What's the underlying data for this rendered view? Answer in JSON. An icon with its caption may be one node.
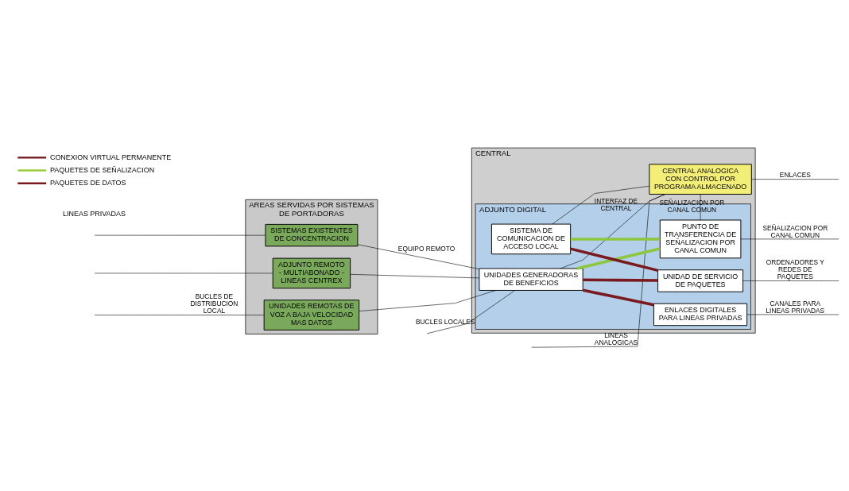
{
  "diagram": {
    "nodes": [
      {
        "text": [
          "AREAS SERVIDAS POR SISTEMAS DE PORTADORAS"
        ]
      },
      {
        "text": [
          "ADJUNTO REMOTO",
          "- MULTIABONADO - LINEAS CENTREX"
        ],
        "in": 0
      },
      {
        "text": [
          "SISTEMAS EXISTENTES DE CONCENTRACION"
        ],
        "in": 0
      },
      {
        "text": [
          "UNIDADES REMOTAS DE VOZ A BAJA VELOCIDAD MAS DATOS"
        ],
        "in": 0
      },
      {
        "text": [
          "CENTRAL"
        ]
      },
      {
        "text": [
          "CENTRAL ANALOGICA CON CONTROL POR PROGRAMA ALMACENADO"
        ],
        "in": 4
      },
      {
        "text": [
          "ADJUNTO DIGITAL"
        ],
        "in": 4
      },
      {
        "text": [
          "UNIDADES GENERADORAS DE BENEFICIOS"
        ],
        "in": 6
      },
      {
        "text": [
          "PUNTO DE TRANSFERENCIA DE SEÑALIZACION POR CANAL COMUN"
        ],
        "in": 6
      },
      {
        "text": [
          "ENLACES DIGITALES PARA LINEAS PRIVADAS"
        ],
        "in": 6
      },
      {
        "text": [
          "SISTEMA DE COMUNICACION DE ACCESO LOCAL"
        ],
        "in": 6
      },
      {
        "text": [
          "UNIDAD DE SERVICIO DE PAQUETES"
        ],
        "in": 6
      }
    ],
    "edges": [
      {
        "from": null,
        "to": 1,
        "arrow": "none"
      },
      {
        "from": null,
        "to": 2,
        "arrow": "none"
      },
      {
        "from": null,
        "to": 3,
        "arrow": "none",
        "label": "BUCLES DE DISTRIBUCION LOCAL"
      },
      {
        "from": 1,
        "to": 7,
        "arrow": "none"
      },
      {
        "from": 2,
        "to": 7,
        "arrow": "none",
        "label": "EQUIPO REMOTO"
      },
      {
        "from": 3,
        "to": 7,
        "arrow": "none"
      },
      {
        "from": null,
        "to": 5,
        "arrow": "none",
        "label": "LINEAS ANALOGICAS"
      },
      {
        "from": 10,
        "to": 5,
        "arrow": "none"
      },
      {
        "from": 7,
        "to": 5,
        "arrow": "none",
        "label": "INTERFAZ DE CENTRAL"
      },
      {
        "from": null,
        "to": 7,
        "arrow": "none",
        "label": "BUCLES LOCALES"
      },
      {
        "from": 5,
        "to": 8,
        "arrow": "none",
        "label": "SEÑALIZACION POR CANAL COMUN"
      },
      {
        "from": 5,
        "to": null,
        "arrow": "none",
        "label": "ENLACES"
      },
      {
        "from": 7,
        "to": 8,
        "arrow": "none",
        "style": "thick",
        "color": "#8dc63f"
      },
      {
        "from": 7,
        "to": 9,
        "arrow": "none",
        "style": "thick",
        "color": "#7a1a1e"
      },
      {
        "from": 7,
        "to": 11,
        "arrow": "none",
        "style": "thick",
        "color": "#7a1a1e"
      },
      {
        "from": 10,
        "to": 8,
        "arrow": "none",
        "style": "thick",
        "color": "#8dc63f"
      },
      {
        "from": 10,
        "to": 11,
        "arrow": "none",
        "style": "thick",
        "color": "#7a1a1e"
      },
      {
        "from": 8,
        "to": null,
        "arrow": "none",
        "label": "SEÑALIZACION POR CANAL COMUN"
      },
      {
        "from": 9,
        "to": null,
        "arrow": "none",
        "label": "CANALES PARA LINEAS PRIVADAS"
      },
      {
        "from": 11,
        "to": null,
        "arrow": "none",
        "label": "ORDENADORES Y REDES DE PAQUETES"
      }
    ],
    "labels": [
      "LINEAS PRIVADAS"
    ],
    "legend": [
      {
        "text": "CONEXION VIRTUAL PERMANENTE"
      },
      {
        "text": "PAQUETES DE SEÑALIZACION"
      },
      {
        "text": "PAQUETES DE DATOS"
      }
    ]
  }
}
